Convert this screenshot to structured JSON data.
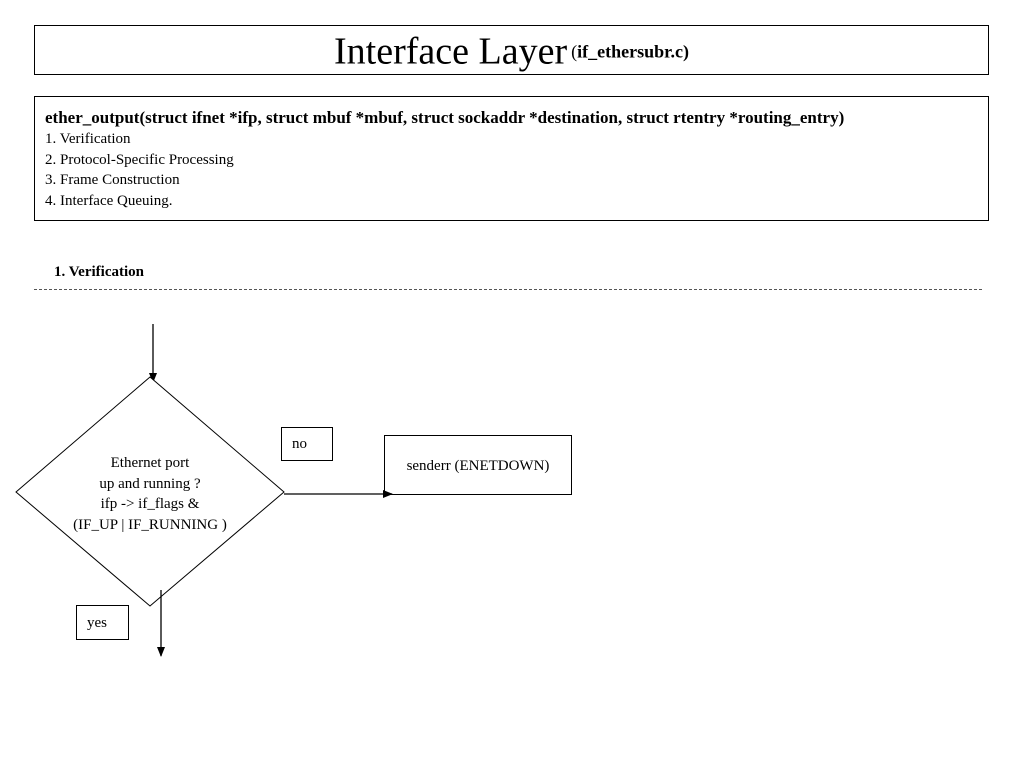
{
  "header": {
    "title": "Interface Layer",
    "subtitle_open": "(",
    "subtitle_file": "if_ethersubr.c",
    "subtitle_close": ")"
  },
  "function": {
    "signature": "ether_output(struct ifnet *ifp, struct mbuf *mbuf, struct sockaddr *destination, struct rtentry *routing_entry)",
    "steps": [
      "1. Verification",
      "2. Protocol-Specific Processing",
      "3. Frame Construction",
      "4. Interface Queuing."
    ]
  },
  "section": {
    "heading": "1. Verification"
  },
  "flowchart": {
    "decision_lines": [
      "Ethernet port",
      "up and running ?",
      "ifp -> if_flags &",
      "(IF_UP | IF_RUNNING )"
    ],
    "no_label": "no",
    "yes_label": "yes",
    "no_target": "senderr (ENETDOWN)"
  }
}
